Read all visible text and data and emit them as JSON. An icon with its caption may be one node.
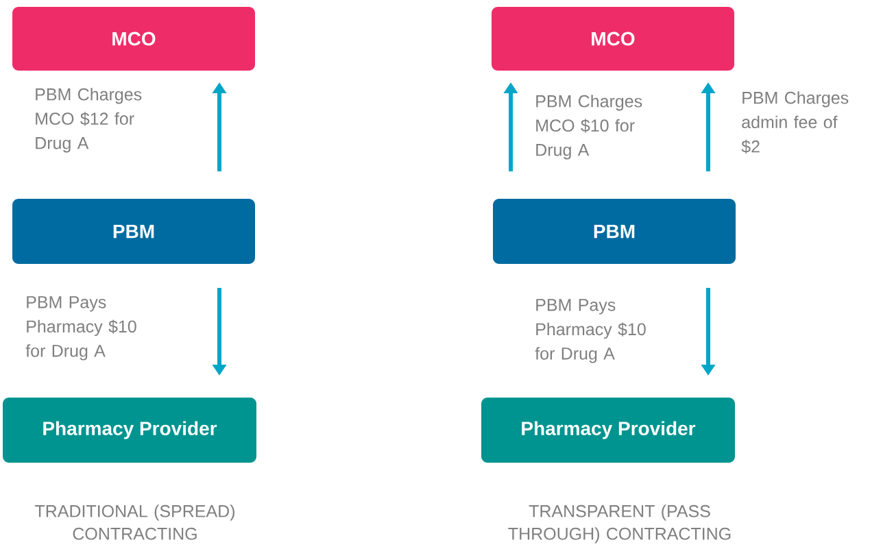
{
  "diagram": {
    "nodes": [
      {
        "text": [
          "MCO"
        ]
      },
      {
        "text": [
          "PBM"
        ]
      },
      {
        "text": [
          "Pharmacy Provider"
        ]
      },
      {
        "text": [
          "MCO"
        ]
      },
      {
        "text": [
          "PBM"
        ]
      },
      {
        "text": [
          "Pharmacy Provider"
        ]
      }
    ],
    "edges": [
      {
        "from": 1,
        "to": 0,
        "arrow": "to",
        "label": "PBM Charges MCO $12 for Drug A"
      },
      {
        "from": 1,
        "to": 2,
        "arrow": "to",
        "label": "PBM Pays Pharmacy $10 for Drug A"
      },
      {
        "from": 4,
        "to": 3,
        "arrow": "to",
        "label": "PBM Charges MCO $10 for Drug A"
      },
      {
        "from": 4,
        "to": 3,
        "arrow": "to",
        "label": "PBM Charges admin fee of $2"
      },
      {
        "from": 4,
        "to": 5,
        "arrow": "to",
        "label": "PBM Pays Pharmacy $10 for Drug A"
      }
    ],
    "labels": [
      "TRADITIONAL (SPREAD) CONTRACTING",
      "TRANSPARENT (PASS THROUGH) CONTRACTING"
    ]
  }
}
